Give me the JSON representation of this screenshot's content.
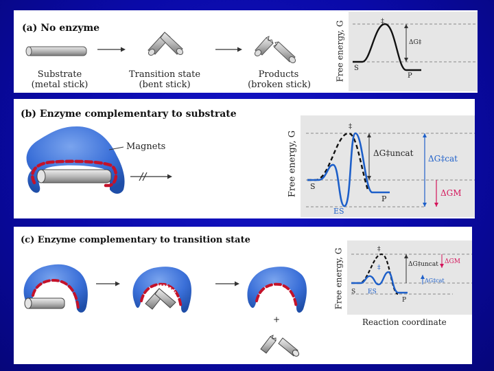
{
  "panel_a": {
    "title": "(a) No enzyme",
    "substrate_label": "Substrate",
    "substrate_sub": "(metal stick)",
    "transition_label": "Transition state",
    "transition_sub": "(bent stick)",
    "products_label": "Products",
    "products_sub": "(broken stick)",
    "y_axis": "Free energy, G",
    "ts_mark": "‡",
    "dg_label": "ΔG‡",
    "s_label": "S",
    "p_label": "P"
  },
  "panel_b": {
    "title": "(b) Enzyme complementary to substrate",
    "magnets_label": "Magnets",
    "y_axis": "Free energy, G",
    "ts_mark": "‡",
    "dg_uncat": "ΔG‡uncat",
    "dg_cat": "ΔG‡cat",
    "dg_m": "ΔGM",
    "s_label": "S",
    "es_label": "ES",
    "p_label": "P"
  },
  "panel_c": {
    "title": "(c) Enzyme complementary to transition state",
    "plus": "+",
    "y_axis": "Free energy, G",
    "x_axis": "Reaction coordinate",
    "ts_mark": "‡",
    "ts_mark2": "‡",
    "dg_uncat": "ΔG‡uncat",
    "dg_m": "ΔGM",
    "dg_cat": "ΔG‡cat",
    "s_label": "S",
    "es_label": "ES",
    "p_label": "P"
  },
  "colors": {
    "slide_background": "#0a0aa8",
    "enzyme": "#3a6fd8",
    "magnet": "#c4122a",
    "curve_catalyzed": "#1d5fc9",
    "graph_background": "#e6e6e6",
    "delta_gm": "#d4145a"
  }
}
